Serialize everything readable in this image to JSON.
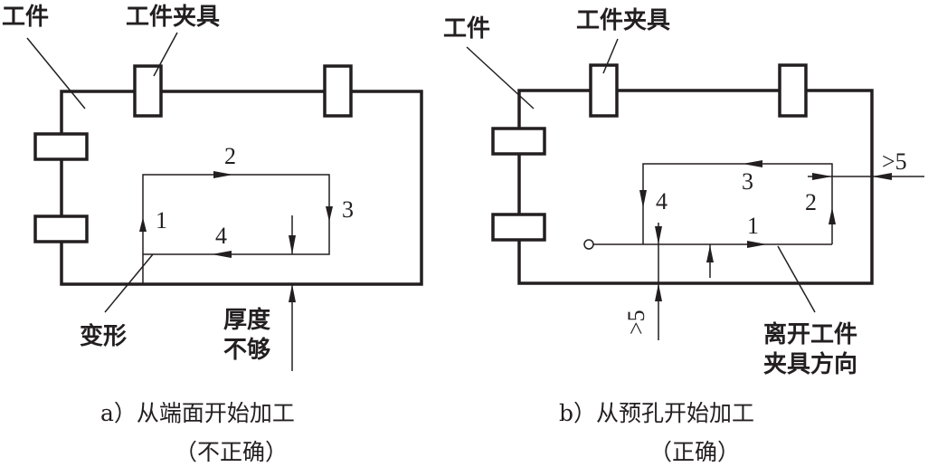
{
  "figure_a": {
    "label_workpiece": "工件",
    "label_fixture": "工件夹具",
    "path_numbers": [
      "1",
      "2",
      "3",
      "4"
    ],
    "label_deform": "变形",
    "label_thickness_line1": "厚度",
    "label_thickness_line2": "不够",
    "caption_line1": "a）从端面开始加工",
    "caption_line2": "（不正确）"
  },
  "figure_b": {
    "label_workpiece": "工件",
    "label_fixture": "工件夹具",
    "path_numbers": [
      "1",
      "2",
      "3",
      "4"
    ],
    "dim_right": ">5",
    "dim_bottom": ">5",
    "label_direction_line1": "离开工件",
    "label_direction_line2": "夹具方向",
    "caption_line1": "b）从预孔开始加工",
    "caption_line2": "（正确）"
  }
}
